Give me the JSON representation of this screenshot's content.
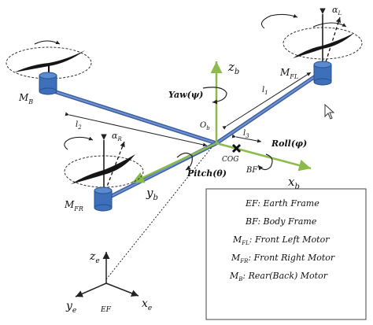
{
  "labels": {
    "z_b": "z",
    "z_b_sub": "b",
    "x_b": "x",
    "x_b_sub": "b",
    "y_b": "y",
    "y_b_sub": "b",
    "z_e": "z",
    "z_e_sub": "e",
    "x_e": "x",
    "x_e_sub": "e",
    "y_e": "y",
    "y_e_sub": "e",
    "ef_origin": "EF",
    "bf_origin": "BF",
    "cog": "COG",
    "origin_b": "O",
    "origin_b_sub": "b",
    "yaw": "Yaw(ψ)",
    "roll": "Roll(φ)",
    "pitch": "Pitch(θ)",
    "l1": "l",
    "l1_sub": "1",
    "l2": "l",
    "l2_sub": "2",
    "l3": "l",
    "l3_sub": "3",
    "motor_fl": "M",
    "motor_fl_sub": "FL",
    "motor_fr": "M",
    "motor_fr_sub": "FR",
    "motor_b": "M",
    "motor_b_sub": "B",
    "alpha_l": "α",
    "alpha_l_sub": "L",
    "alpha_r": "α",
    "alpha_r_sub": "R"
  },
  "legend": {
    "items": [
      "EF: Earth Frame",
      "BF: Body Frame",
      "M",
      ": Front Left Motor",
      "M",
      ": Front Right Motor",
      "M",
      ": Rear(Back) Motor"
    ],
    "ef": "EF: Earth Frame",
    "bf": "BF: Body Frame",
    "mfl_m": "M",
    "mfl_sub": "FL",
    "mfl_text": ": Front Left Motor",
    "mfr_m": "M",
    "mfr_sub": "FR",
    "mfr_text": ": Front Right Motor",
    "mb_m": "M",
    "mb_sub": "B",
    "mb_text": ": Rear(Back) Motor"
  },
  "colors": {
    "arm_blue": "#5b7fc0",
    "arm_green": "#8dbb4b",
    "motor_blue": "#3d6fba",
    "motor_dark": "#2a4f8a",
    "propeller": "#151515",
    "axis": "#222222"
  }
}
